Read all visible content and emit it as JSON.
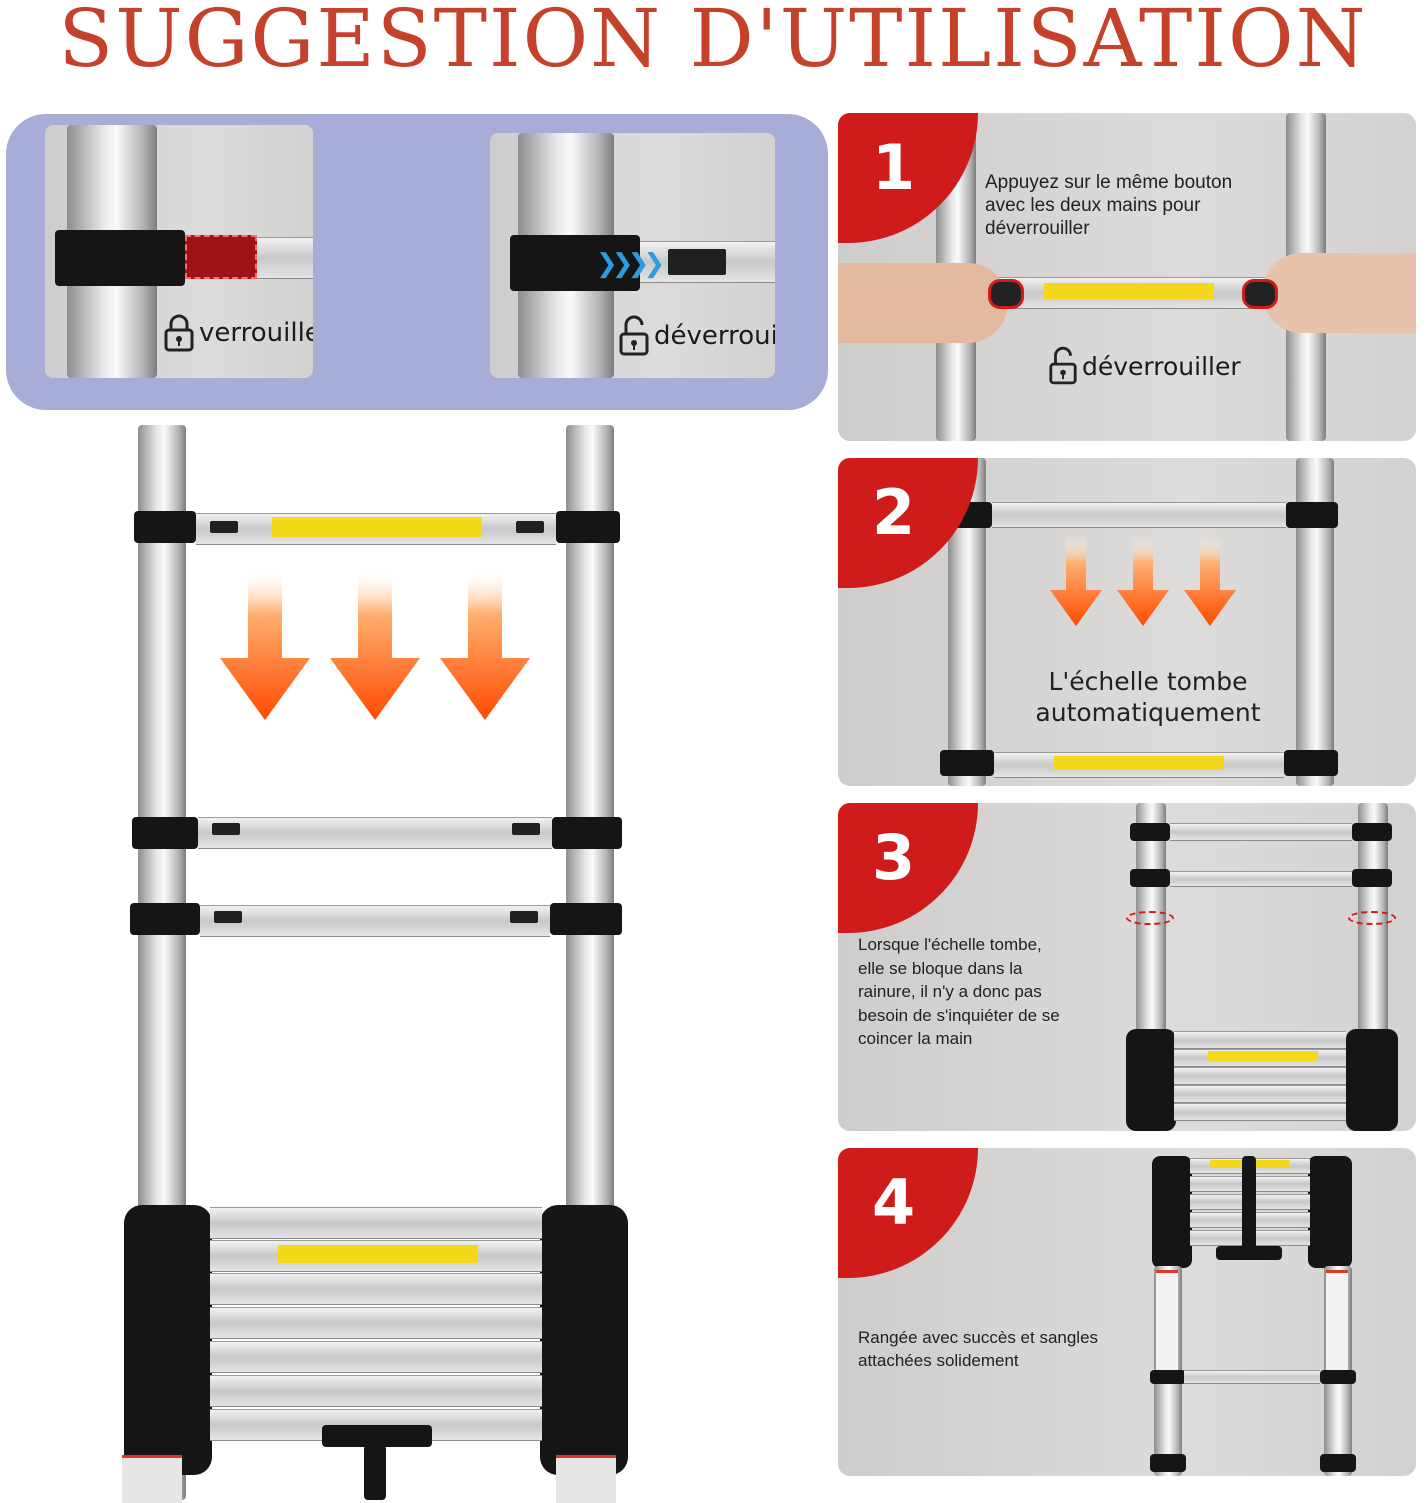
{
  "header": {
    "title": "SUGGESTION D'UTILISATION"
  },
  "lock_demo": {
    "lock_label": "verrouiller",
    "unlock_label": "déverrouiller"
  },
  "steps": [
    {
      "number": "1",
      "text_lines": [
        "Appuyez sur le même bouton",
        "avec les deux mains pour",
        "déverrouiller"
      ],
      "lock_label": "déverrouiller"
    },
    {
      "number": "2",
      "text_lines": [
        "L'échelle tombe",
        "automatiquement"
      ]
    },
    {
      "number": "3",
      "text_lines": [
        "Lorsque l'échelle tombe,",
        "elle se bloque dans la",
        "rainure, il n'y a donc pas",
        "besoin de s'inquiéter de se",
        "coincer la main"
      ]
    },
    {
      "number": "4",
      "text_lines": [
        "Rangée avec succès et sangles",
        "attachées solidement"
      ]
    }
  ],
  "colors": {
    "title": "#c5422a",
    "lock_band": "#a7add6",
    "step_badge": "#d01b1b",
    "arrow_top": "#ffb070",
    "arrow_bottom": "#ff4a00",
    "unlock_arrow": "#2e9be0"
  }
}
